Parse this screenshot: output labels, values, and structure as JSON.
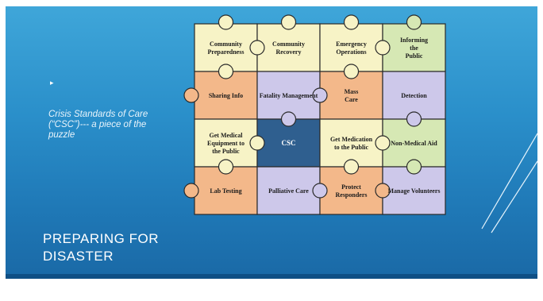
{
  "slide": {
    "bullet": "▸",
    "note": "Crisis Standards of Care (“CSC”)--- a piece of the puzzle",
    "title": "PREPARING  FOR DISASTER"
  },
  "puzzle": {
    "pieces": [
      {
        "label_lines": [
          "Community",
          "Preparedness"
        ],
        "color": "#f7f3c6"
      },
      {
        "label_lines": [
          "Community",
          "Recovery"
        ],
        "color": "#f7f3c6"
      },
      {
        "label_lines": [
          "Emergency",
          "Operations"
        ],
        "color": "#f7f3c6"
      },
      {
        "label_lines": [
          "Informing",
          "the",
          "Public"
        ],
        "color": "#d6e8b4"
      },
      {
        "label_lines": [
          "Sharing Info"
        ],
        "color": "#f3b88a"
      },
      {
        "label_lines": [
          "Fatality Management"
        ],
        "color": "#cdc8ea"
      },
      {
        "label_lines": [
          "Mass",
          "Care"
        ],
        "color": "#f3b88a"
      },
      {
        "label_lines": [
          "Detection"
        ],
        "color": "#cdc8ea"
      },
      {
        "label_lines": [
          "Get Medical",
          "Equipment to",
          "the Public"
        ],
        "color": "#f7f3c6"
      },
      {
        "label_lines": [
          "CSC"
        ],
        "color": "#2f5f8f"
      },
      {
        "label_lines": [
          "Get Medication",
          "to the Public"
        ],
        "color": "#f7f3c6"
      },
      {
        "label_lines": [
          "Non-Medical Aid"
        ],
        "color": "#d6e8b4"
      },
      {
        "label_lines": [
          "Lab Testing"
        ],
        "color": "#f3b88a"
      },
      {
        "label_lines": [
          "Palliative Care"
        ],
        "color": "#cdc8ea"
      },
      {
        "label_lines": [
          "Protect",
          "Responders"
        ],
        "color": "#f3b88a"
      },
      {
        "label_lines": [
          "Manage Volunteers"
        ],
        "color": "#cdc8ea"
      }
    ]
  }
}
